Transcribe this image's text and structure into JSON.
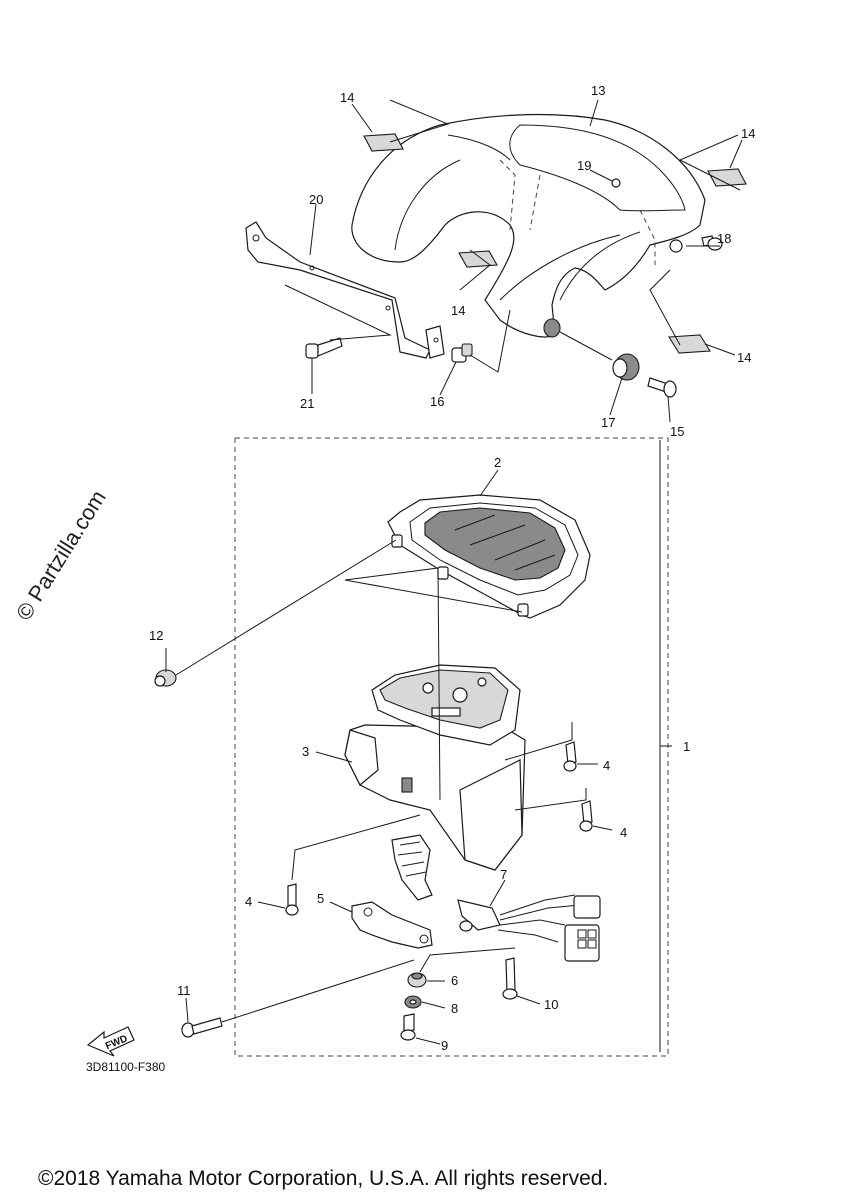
{
  "callouts": [
    {
      "id": "c14a",
      "label": "14"
    },
    {
      "id": "c13",
      "label": "13"
    },
    {
      "id": "c14b",
      "label": "14"
    },
    {
      "id": "c19",
      "label": "19"
    },
    {
      "id": "c20",
      "label": "20"
    },
    {
      "id": "c18",
      "label": "18"
    },
    {
      "id": "c14c",
      "label": "14"
    },
    {
      "id": "c14d",
      "label": "14"
    },
    {
      "id": "c21",
      "label": "21"
    },
    {
      "id": "c16",
      "label": "16"
    },
    {
      "id": "c17",
      "label": "17"
    },
    {
      "id": "c15",
      "label": "15"
    },
    {
      "id": "c2",
      "label": "2"
    },
    {
      "id": "c12",
      "label": "12"
    },
    {
      "id": "c3",
      "label": "3"
    },
    {
      "id": "c1",
      "label": "1"
    },
    {
      "id": "c4a",
      "label": "4"
    },
    {
      "id": "c4b",
      "label": "4"
    },
    {
      "id": "c4c",
      "label": "4"
    },
    {
      "id": "c5",
      "label": "5"
    },
    {
      "id": "c7",
      "label": "7"
    },
    {
      "id": "c6",
      "label": "6"
    },
    {
      "id": "c8",
      "label": "8"
    },
    {
      "id": "c10",
      "label": "10"
    },
    {
      "id": "c11",
      "label": "11"
    },
    {
      "id": "c9",
      "label": "9"
    }
  ],
  "watermark": "© Partzilla.com",
  "fwd_label": "FWD",
  "diagram_code": "3D81100-F380",
  "copyright": "©2018 Yamaha Motor Corporation, U.S.A. All rights reserved."
}
